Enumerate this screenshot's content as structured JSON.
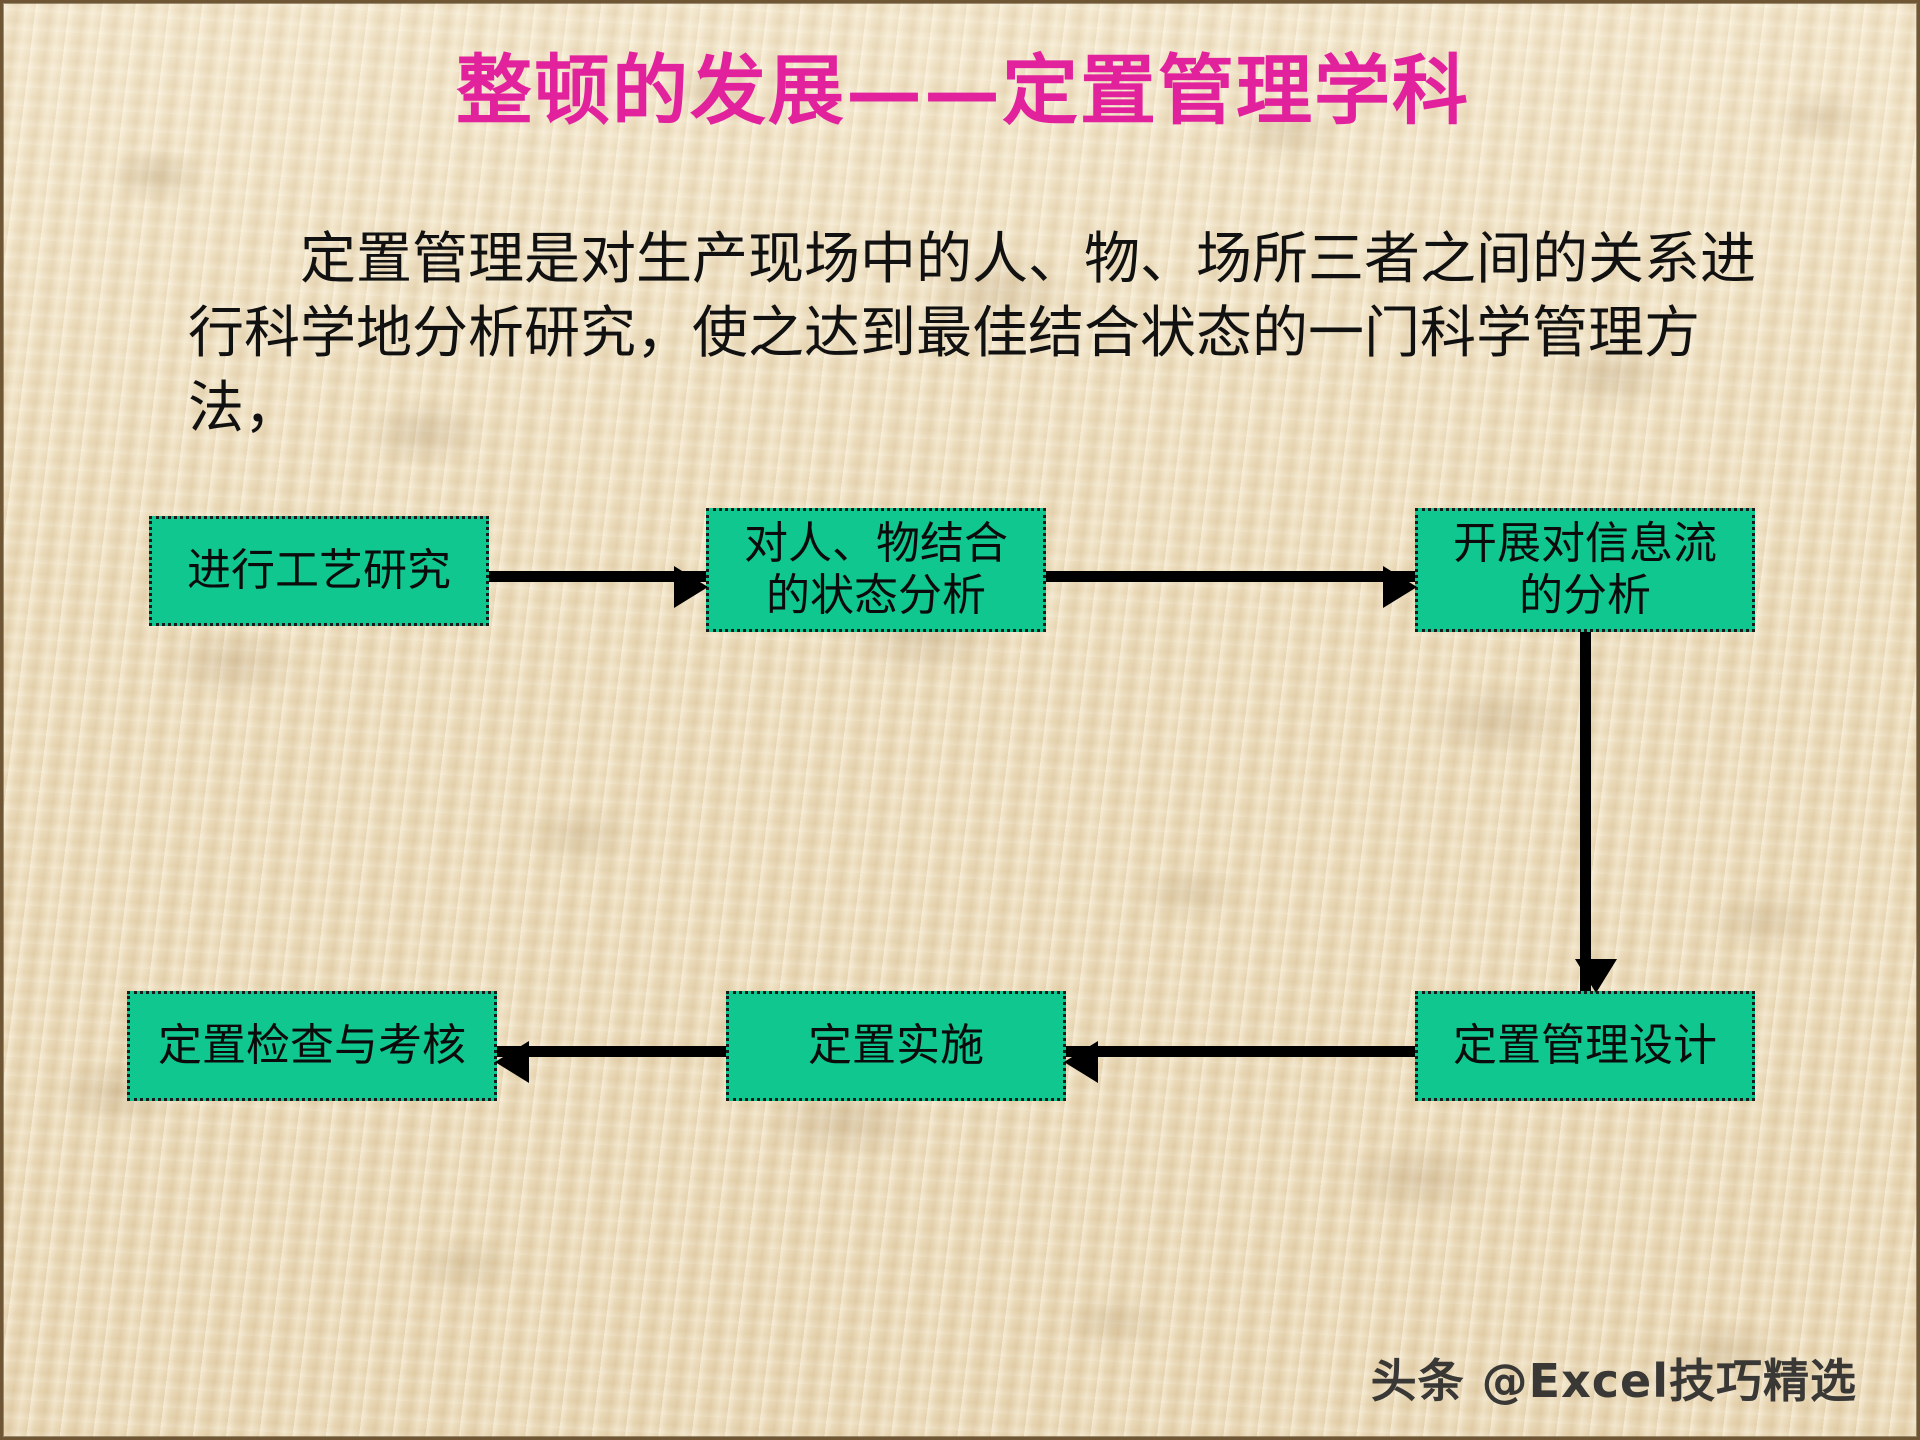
{
  "slide": {
    "title": "整顿的发展——定置管理学科",
    "title_color": "#e2219c",
    "background_color": "#e8d9b5",
    "body_paragraph": "定置管理是对生产现场中的人、物、场所三者之间的关系进行科学地分析研究，使之达到最佳结合状态的一门科学管理方法，",
    "watermark": "头条 @Excel技巧精选"
  },
  "flowchart": {
    "box_fill": "#10c78f",
    "box_border_color": "#1a1a1a",
    "arrow_color": "#000000",
    "nodes": [
      {
        "id": "n1",
        "label": "进行工艺研究"
      },
      {
        "id": "n2",
        "label": "对人、物结合\n的状态分析"
      },
      {
        "id": "n3",
        "label": "开展对信息流\n的分析"
      },
      {
        "id": "n4",
        "label": "定置管理设计"
      },
      {
        "id": "n5",
        "label": "定置实施"
      },
      {
        "id": "n6",
        "label": "定置检查与考核"
      }
    ],
    "edges": [
      {
        "from": "n1",
        "to": "n2",
        "direction": "right"
      },
      {
        "from": "n2",
        "to": "n3",
        "direction": "right"
      },
      {
        "from": "n3",
        "to": "n4",
        "direction": "down"
      },
      {
        "from": "n4",
        "to": "n5",
        "direction": "left"
      },
      {
        "from": "n5",
        "to": "n6",
        "direction": "left"
      }
    ]
  }
}
